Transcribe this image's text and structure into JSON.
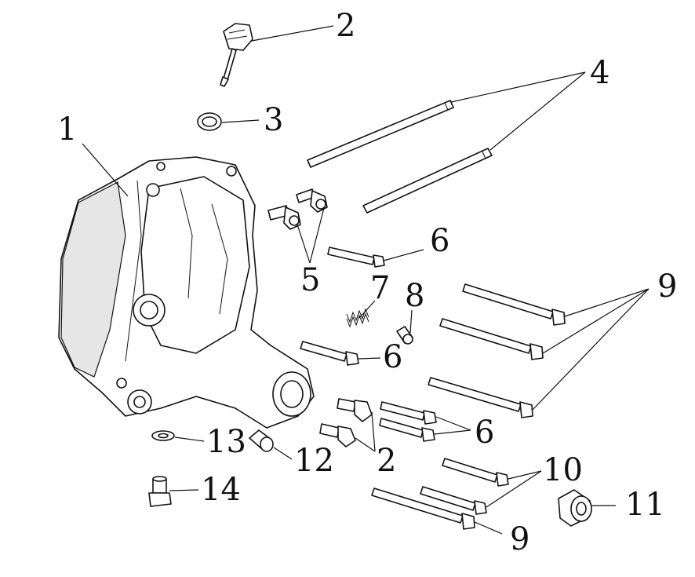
{
  "diagram": {
    "callouts": {
      "c1": "1",
      "c2a": "2",
      "c2b": "2",
      "c3": "3",
      "c4": "4",
      "c5": "5",
      "c6a": "6",
      "c6b": "6",
      "c6c": "6",
      "c7": "7",
      "c8": "8",
      "c9a": "9",
      "c9b": "9",
      "c10": "10",
      "c11": "11",
      "c12": "12",
      "c13": "13",
      "c14": "14"
    }
  }
}
